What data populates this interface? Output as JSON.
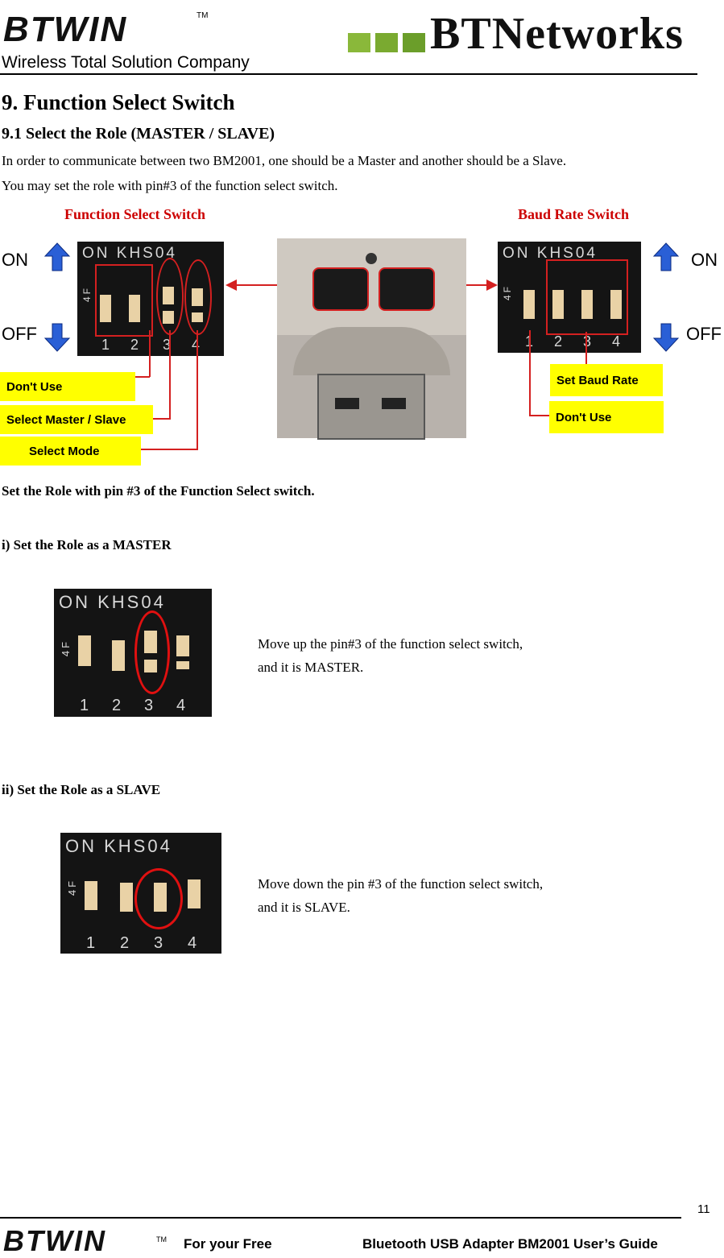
{
  "header": {
    "logo_text": "BTWIN",
    "tm": "TM",
    "tagline": "Wireless Total Solution Company",
    "brand": "BTNetworks"
  },
  "section": {
    "title": "9. Function Select Switch",
    "subtitle": "9.1 Select the Role (MASTER / SLAVE)",
    "intro_line1": "In order to communicate between two BM2001, one should be a Master and another should be a Slave.",
    "intro_line2": "You may set the role with pin#3 of the function select switch."
  },
  "figure": {
    "label_left": "Function Select Switch",
    "label_right": "Baud Rate Switch",
    "on": "ON",
    "off": "OFF",
    "dip_label": "ON KHS04",
    "dip_side": "4F",
    "dip_numbers": [
      "1",
      "2",
      "3",
      "4"
    ],
    "callouts_left": [
      "Don't Use",
      "Select Master / Slave",
      "Select Mode"
    ],
    "callouts_right": [
      "Set Baud Rate",
      "Don't Use"
    ]
  },
  "role_note": "Set the Role with pin #3 of the Function Select switch.",
  "master": {
    "heading": "i) Set the Role as a MASTER",
    "line1": "Move up the pin#3 of the function select switch,",
    "line2": "and it is MASTER."
  },
  "slave": {
    "heading": "ii) Set the Role as a SLAVE",
    "line1": "Move down the pin #3 of the function select switch,",
    "line2": "and it is SLAVE."
  },
  "footer": {
    "page_number": "11",
    "logo_text": "BTWIN",
    "tm": "TM",
    "left": "For your Free",
    "right": "Bluetooth USB Adapter BM2001 User’s Guide"
  },
  "colors": {
    "accent_red": "#cc0000",
    "callout_yellow": "#ffff00",
    "arrow_blue": "#2a5fd6",
    "brand_green": "#6b9e2a"
  }
}
